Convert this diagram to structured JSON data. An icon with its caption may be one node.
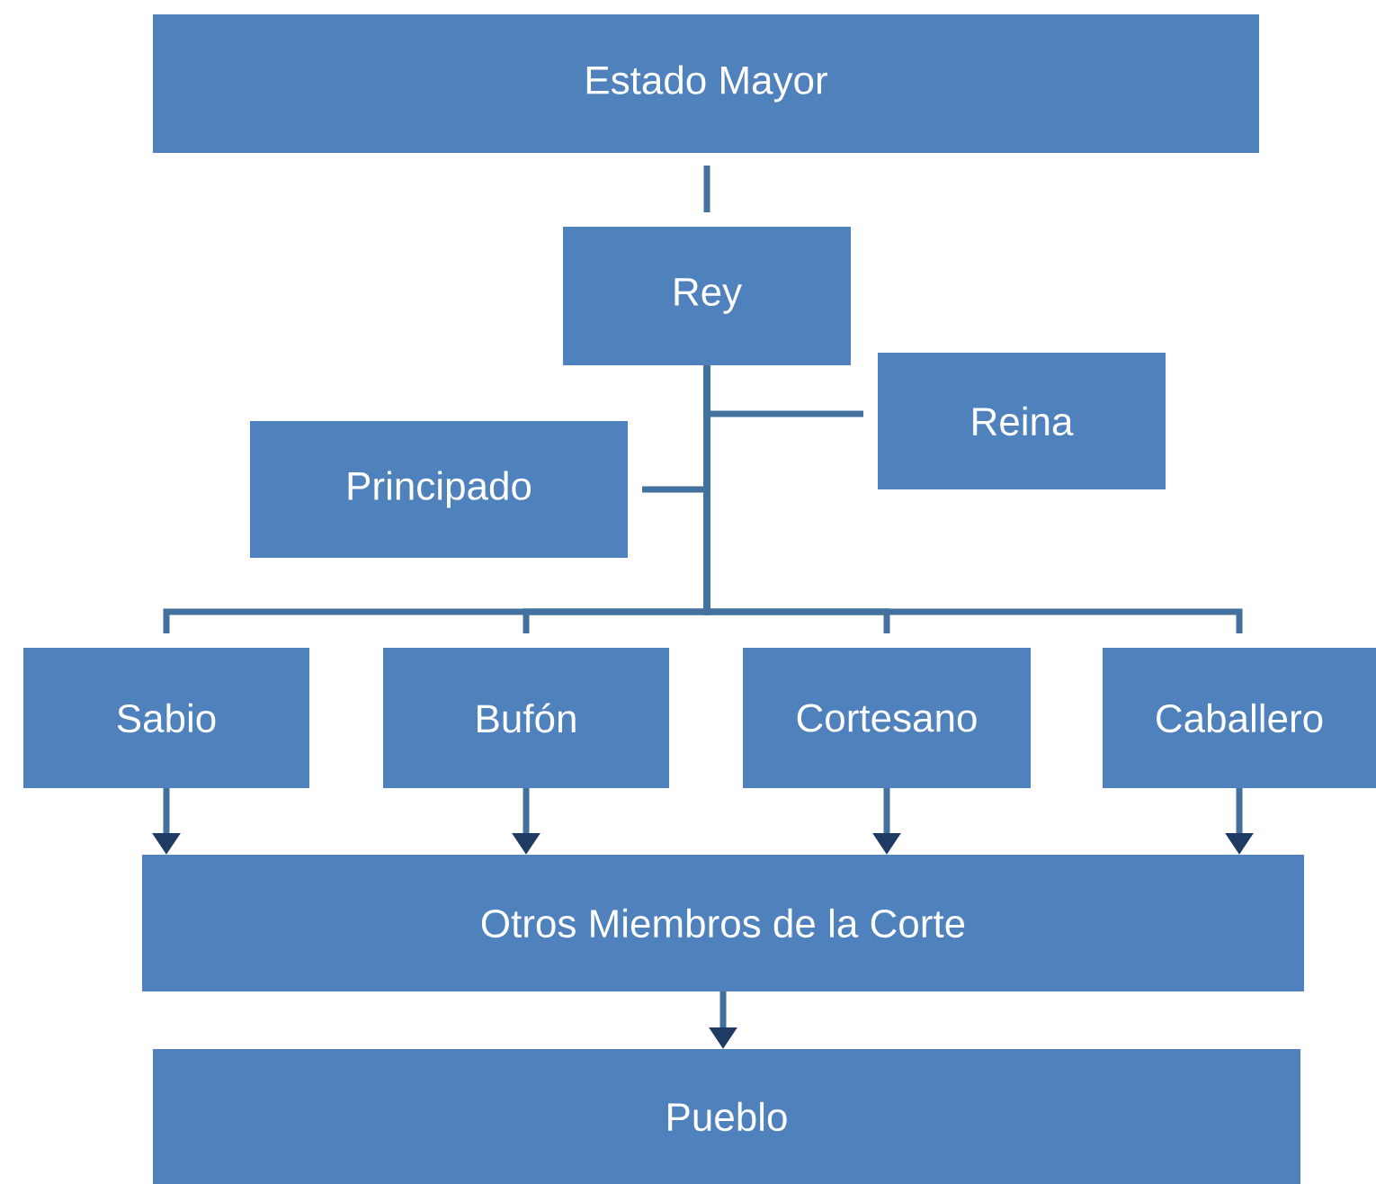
{
  "diagram": {
    "nodes": [
      {
        "text": [
          "Estado Mayor"
        ]
      },
      {
        "text": [
          "Rey"
        ]
      },
      {
        "text": [
          "Reina"
        ]
      },
      {
        "text": [
          "Principado"
        ]
      },
      {
        "text": [
          "Sabio"
        ]
      },
      {
        "text": [
          "Bufón"
        ]
      },
      {
        "text": [
          "Cortesano"
        ]
      },
      {
        "text": [
          "Caballero"
        ]
      },
      {
        "text": [
          "Otros Miembros de la Corte"
        ]
      },
      {
        "text": [
          "Pueblo"
        ]
      }
    ],
    "edges": [
      {
        "from": 0,
        "to": 1,
        "arrow": "none"
      },
      {
        "from": 1,
        "to": 2,
        "arrow": "none"
      },
      {
        "from": 1,
        "to": 3,
        "arrow": "none"
      },
      {
        "from": 1,
        "to": 4,
        "arrow": "none"
      },
      {
        "from": 1,
        "to": 5,
        "arrow": "none"
      },
      {
        "from": 1,
        "to": 6,
        "arrow": "none"
      },
      {
        "from": 1,
        "to": 7,
        "arrow": "none"
      },
      {
        "from": 4,
        "to": 8,
        "arrow": "to"
      },
      {
        "from": 5,
        "to": 8,
        "arrow": "to"
      },
      {
        "from": 6,
        "to": 8,
        "arrow": "to"
      },
      {
        "from": 7,
        "to": 8,
        "arrow": "to"
      },
      {
        "from": 8,
        "to": 9,
        "arrow": "to"
      }
    ]
  }
}
